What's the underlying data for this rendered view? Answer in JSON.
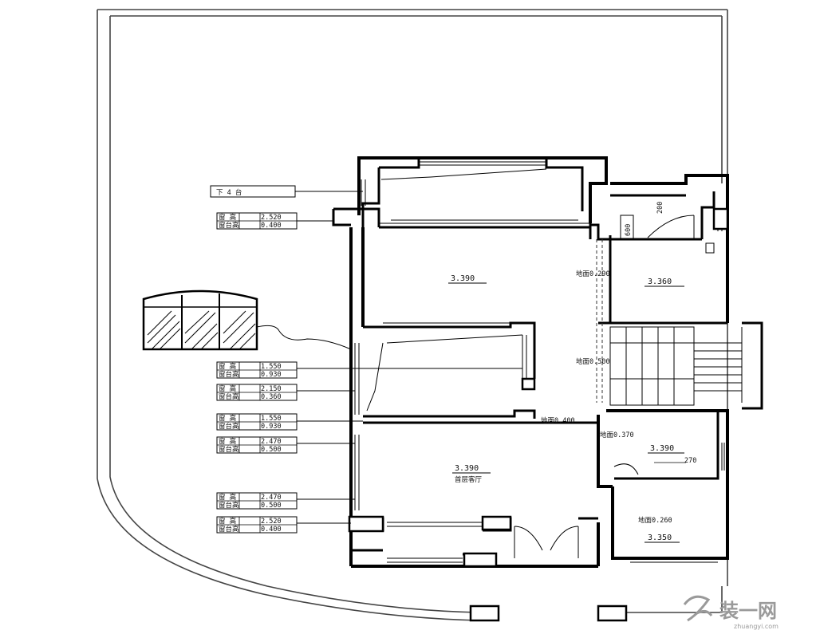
{
  "elevations": {
    "room_top": "3.390",
    "room_mid": "3.390",
    "room_mid_name": "首层客厅",
    "room_right": "3.360",
    "bath": "3.390",
    "small_room": "3.350"
  },
  "dims": {
    "d_290": "地面0.290",
    "d_500": "地面0.500",
    "d_400": "地面0.400",
    "d_370": "地面0.370",
    "d_260": "地面0.260",
    "d_200": "200",
    "d_600": "600",
    "d_270": "270"
  },
  "tags": {
    "top_box": "下  4  台",
    "t1": {
      "l1": "窗  高",
      "v1": "2.520",
      "l2": "窗台高",
      "v2": "0.400"
    },
    "t2": {
      "l1": "窗  高",
      "v1": "1.550",
      "l2": "窗台高",
      "v2": "0.930"
    },
    "t3": {
      "l1": "窗  高",
      "v1": "2.150",
      "l2": "窗台高",
      "v2": "0.360"
    },
    "t4": {
      "l1": "窗  高",
      "v1": "1.550",
      "l2": "窗台高",
      "v2": "0.930"
    },
    "t5": {
      "l1": "窗  高",
      "v1": "2.470",
      "l2": "窗台高",
      "v2": "0.500"
    },
    "t6": {
      "l1": "窗  高",
      "v1": "2.470",
      "l2": "窗台高",
      "v2": "0.500"
    },
    "t7": {
      "l1": "窗  高",
      "v1": "2.520",
      "l2": "窗台高",
      "v2": "0.400"
    }
  },
  "watermark": {
    "cn": "装一网",
    "en": "zhuangyi.com"
  }
}
